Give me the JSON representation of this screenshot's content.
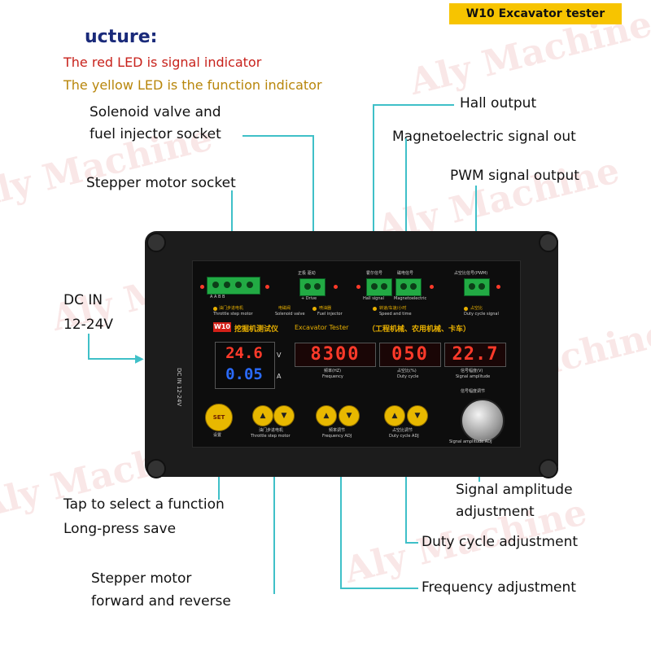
{
  "badge": "W10  Excavator tester",
  "title": "ucture:",
  "notes": {
    "red": "The red LED is signal indicator",
    "yellow": "The yellow LED is the function indicator"
  },
  "labels": {
    "solenoid_1": "Solenoid valve and",
    "solenoid_2": "fuel injector socket",
    "stepper_socket": "Stepper motor socket",
    "dc_in_1": "DC  IN",
    "dc_in_2": "12-24V",
    "hall": "Hall output",
    "magneto": "Magnetoelectric signal out",
    "pwm": "PWM signal output",
    "tap_1": "Tap to select a function",
    "tap_2": "Long-press save",
    "stepper_fr_1": "Stepper motor",
    "stepper_fr_2": "forward and reverse",
    "amp_adj_1": "Signal amplitude",
    "amp_adj_2": "adjustment",
    "duty_adj": "Duty cycle adjustment",
    "freq_adj": "Frequency adjustment"
  },
  "watermark": "Aly Machine",
  "device": {
    "header": "W10",
    "header_cn": "挖掘机测试仪",
    "header_en": "Excavator Tester",
    "header_cn2": "（工程机械、农用机械、卡车）",
    "voltage": "24.6",
    "current": "0.05",
    "unit_v": "V",
    "unit_a": "A",
    "freq": "8300",
    "duty": "050",
    "amp": "22.7",
    "freq_cn": "频率(HZ)",
    "freq_en": "Frequency",
    "duty_cn": "占空比(%)",
    "duty_en": "Duty cycle",
    "amp_cn": "信号幅度(V)",
    "amp_en": "Signal amplitude",
    "amp_knob_cn": "信号幅度调节",
    "amp_knob_en": "Signal amplitude ADJ",
    "set": "SET",
    "set_cn": "设置",
    "throttle_cn": "油门步进电机",
    "throttle_en": "Throttle step motor",
    "freq_adj_cn": "频率调节",
    "freq_adj_en": "Frequency ADJ",
    "duty_adj_cn": "占空比调节",
    "duty_adj_en": "Duty cycle ADJ",
    "dc_side": "DC IN 12-24V",
    "term_abab": "A  A  B  B",
    "drive_cn": "正极  驱动",
    "drive_en": "+  Drive",
    "hall_cn": "霍尔信号",
    "hall_en": "Hall signal",
    "mag_cn": "磁电信号",
    "mag_en": "Magnetoelectric",
    "pwm_cn": "占空比信号(PWM)",
    "legend_1": "油门步进电机",
    "legend_1_en": "Throttle step motor",
    "legend_2": "电磁阀",
    "legend_2_en": "Solenoid valve",
    "legend_3": "喷油器",
    "legend_3_en": "Fuel injector",
    "legend_4": "转速/车速/小时",
    "legend_4_en": "Speed and time",
    "legend_5": "占空比",
    "legend_5_en": "Duty cycle signal"
  }
}
